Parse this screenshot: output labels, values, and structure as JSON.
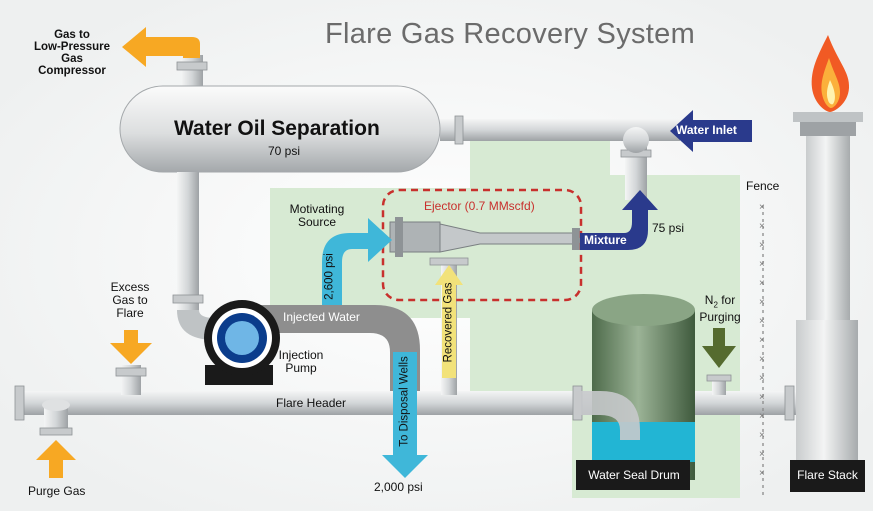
{
  "title": "Flare Gas Recovery System",
  "labels": {
    "gas_to_compressor": [
      "Gas to",
      "Low-Pressure",
      "Gas",
      "Compressor"
    ],
    "separator_name": "Water Oil Separation",
    "separator_pressure": "70 psi",
    "water_inlet": "Water Inlet",
    "fence": "Fence",
    "motivating_source": [
      "Motivating",
      "Source"
    ],
    "ejector": "Ejector (0.7 MMscfd)",
    "mixture": "Mixture",
    "mixture_pressure": "75 psi",
    "motive_pressure": "2,600 psi",
    "recovered_gas": "Recovered Gas",
    "excess_gas": [
      "Excess",
      "Gas to",
      "Flare"
    ],
    "injected_water": "Injected Water",
    "injection_pump": [
      "Injection",
      "Pump"
    ],
    "to_disposal_wells": "To Disposal Wells",
    "disposal_pressure": "2,000 psi",
    "n2_line1_main": "N",
    "n2_line1_sub": "2",
    "n2_line1_rest": " for",
    "n2_line2": "Purging",
    "flare_header": "Flare Header",
    "purge_gas": "Purge Gas",
    "water_seal_drum": "Water Seal Drum",
    "flare_stack": "Flare Stack"
  },
  "colors": {
    "green_zone": "#d6ead3",
    "pipe": "#d8dadb",
    "pipe_dark": "#9fa3a6",
    "orange_arrow": "#f7a823",
    "navy_arrow": "#2a3a8c",
    "cyan_arrow": "#3fb7d9",
    "yellow_arrow": "#f2e27a",
    "olive_arrow": "#556b2f",
    "ejector_box": "#c8302d",
    "drum": "#6f8a6b",
    "seal_water": "#22b5d4",
    "flame": "#f36f21",
    "pump": "#1a1a1a",
    "pump_center": "#0b3d8c"
  },
  "icons": [
    "flame-icon",
    "fence-icon",
    "pump-icon",
    "valve-icon"
  ]
}
